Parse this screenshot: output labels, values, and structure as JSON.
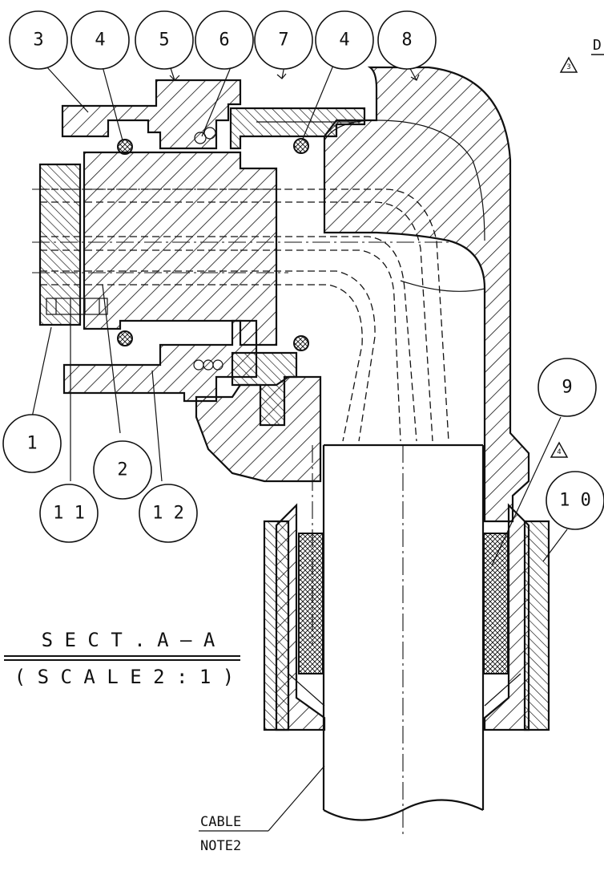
{
  "balloons": [
    {
      "id": "b3",
      "label": "3"
    },
    {
      "id": "b4a",
      "label": "4"
    },
    {
      "id": "b5",
      "label": "5"
    },
    {
      "id": "b6",
      "label": "6"
    },
    {
      "id": "b7",
      "label": "7"
    },
    {
      "id": "b4b",
      "label": "4"
    },
    {
      "id": "b8",
      "label": "8"
    },
    {
      "id": "b9",
      "label": "9"
    },
    {
      "id": "b10",
      "label": "1 0"
    },
    {
      "id": "b1",
      "label": "1"
    },
    {
      "id": "b2",
      "label": "2"
    },
    {
      "id": "b11",
      "label": "1 1"
    },
    {
      "id": "b12",
      "label": "1 2"
    }
  ],
  "section_title": "S E C T .   A — A",
  "scale_note": "( S C A L E   2 : 1 )",
  "cable_label": "CABLE",
  "note_label": "NOTE2",
  "partial_header": "D",
  "revision_markers": [
    "3",
    "4"
  ]
}
